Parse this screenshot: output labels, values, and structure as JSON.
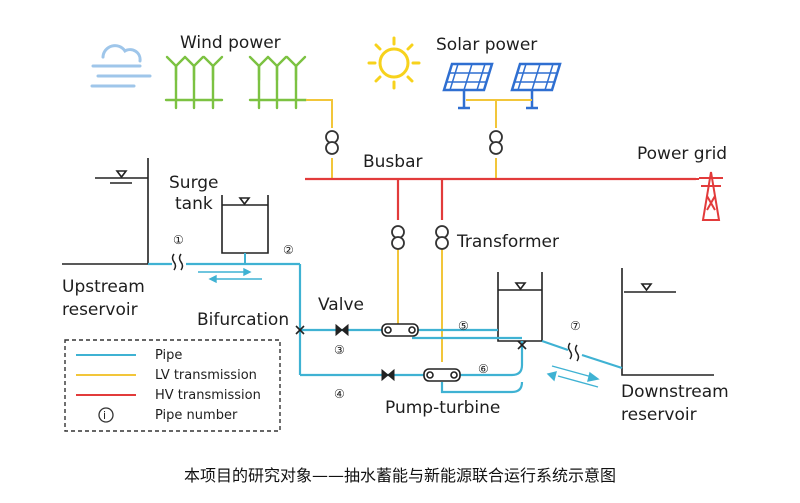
{
  "labels": {
    "wind_power": "Wind power",
    "solar_power": "Solar power",
    "busbar": "Busbar",
    "power_grid": "Power grid",
    "surge_tank_line1": "Surge",
    "surge_tank_line2": "tank",
    "transformer": "Transformer",
    "upstream_line1": "Upstream",
    "upstream_line2": "reservoir",
    "bifurcation": "Bifurcation",
    "valve": "Valve",
    "pump_turbine": "Pump-turbine",
    "downstream_line1": "Downstream",
    "downstream_line2": "reservoir"
  },
  "pipe_numbers": [
    "①",
    "②",
    "③",
    "④",
    "⑤",
    "⑥",
    "⑦"
  ],
  "legend": {
    "items": [
      {
        "label": "Pipe",
        "color": "#3fb2d3"
      },
      {
        "label": "LV transmission",
        "color": "#f2c63a"
      },
      {
        "label": "HV transmission",
        "color": "#e23b3b"
      },
      {
        "label": "Pipe number",
        "symbol": "i"
      }
    ]
  },
  "caption": "本项目的研究对象——抽水蓄能与新能源联合运行系统示意图",
  "colors": {
    "pipe": "#3fb2d3",
    "lv": "#f2c63a",
    "hv": "#e23b3b",
    "wind": "#7cc242",
    "solar_panel": "#2f6fd1",
    "sun": "#f7d21c",
    "cloud": "#9fc6ea"
  },
  "icons": [
    "cloud-wind-icon",
    "wind-turbine-icon",
    "sun-icon",
    "solar-panel-icon",
    "transformer-icon",
    "transmission-tower-icon",
    "valve-icon",
    "pump-turbine-icon"
  ]
}
